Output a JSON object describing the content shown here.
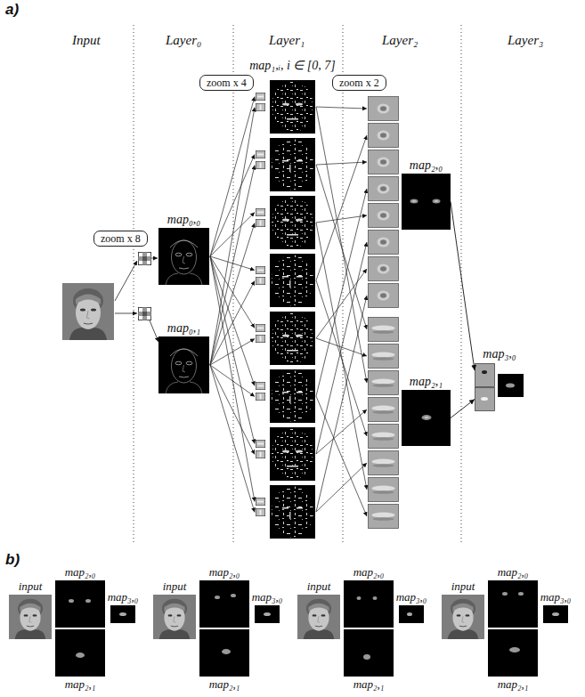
{
  "diagram": {
    "nodes": [
      {
        "text": [
          "zoom x 8"
        ]
      },
      {
        "text": [
          "map₀,₀"
        ]
      },
      {
        "text": [
          "map₀,₁"
        ]
      },
      {
        "text": [
          "zoom x 4"
        ]
      },
      {
        "text": [
          "map₁,ᵢ, i ∈ [0, 7]"
        ]
      },
      {
        "text": [
          "zoom x 2"
        ]
      },
      {
        "text": [
          "map₂,₀"
        ]
      },
      {
        "text": [
          "map₂,₁"
        ]
      },
      {
        "text": [
          "map₃,₀"
        ]
      },
      {
        "text": [
          "input"
        ]
      },
      {
        "text": [
          "map₂,₀"
        ]
      },
      {
        "text": [
          "map₃,₀"
        ]
      },
      {
        "text": [
          "map₂,₁"
        ]
      },
      {
        "text": [
          "input"
        ]
      },
      {
        "text": [
          "map₂,₀"
        ]
      },
      {
        "text": [
          "map₃,₀"
        ]
      },
      {
        "text": [
          "map₂,₁"
        ]
      },
      {
        "text": [
          "input"
        ]
      },
      {
        "text": [
          "map₂,₀"
        ]
      },
      {
        "text": [
          "map₃,₀"
        ]
      },
      {
        "text": [
          "map₂,₁"
        ]
      },
      {
        "text": [
          "input"
        ]
      },
      {
        "text": [
          "map₂,₀"
        ]
      },
      {
        "text": [
          "map₃,₀"
        ]
      },
      {
        "text": [
          "map₂,₁"
        ]
      }
    ],
    "edges": [
      {
        "from": 6,
        "to": 8,
        "arrow": "to"
      },
      {
        "from": 7,
        "to": 8,
        "arrow": "to"
      }
    ],
    "labels": [
      "a)",
      "Input",
      "Layer₀",
      "Layer₁",
      "Layer₂",
      "Layer₃",
      "b)"
    ]
  }
}
